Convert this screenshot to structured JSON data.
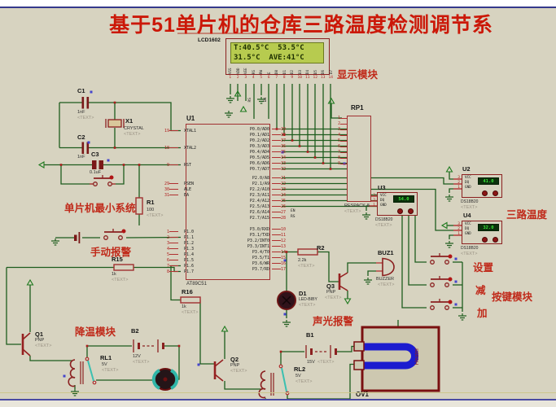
{
  "title": "基于51单片机的仓库三路温度检测调节系统",
  "colors": {
    "wire": "#1d5c1d",
    "component": "#a03030",
    "label_red": "#c02a1a",
    "lcd_bg": "#b7cb4f",
    "heater": "#1c1ccf"
  },
  "lcd": {
    "ref": "LCD1602",
    "line1": "T:40.5°C  53.5°C",
    "line2": "31.5°C  AVE:41°C",
    "pins": [
      {
        "num": "1",
        "name": "VSS"
      },
      {
        "num": "2",
        "name": "VDD"
      },
      {
        "num": "3",
        "name": "VEE"
      },
      {
        "num": "4",
        "name": "RS"
      },
      {
        "num": "5",
        "name": "RW"
      },
      {
        "num": "6",
        "name": "E"
      },
      {
        "num": "7",
        "name": "D0"
      },
      {
        "num": "8",
        "name": "D1"
      },
      {
        "num": "9",
        "name": "D2"
      },
      {
        "num": "10",
        "name": "D3"
      },
      {
        "num": "11",
        "name": "D4"
      },
      {
        "num": "12",
        "name": "D5"
      },
      {
        "num": "13",
        "name": "D6"
      },
      {
        "num": "14",
        "name": "D7"
      }
    ]
  },
  "labels": {
    "display_module": "显示模块",
    "mcu_min_system": "单片机最小系统",
    "manual_alarm": "手动报警",
    "cooling_module": "降温模块",
    "sound_light_alarm": "声光报警",
    "three_temp": "三路温度",
    "key_module": "按键模块",
    "btn_set": "设置",
    "btn_dec": "减",
    "btn_inc": "加",
    "net_en": "EN",
    "net_rs": "RS"
  },
  "mcu": {
    "ref": "U1",
    "part": "AT89C51",
    "left_groups": [
      [
        {
          "num": "19",
          "name": "XTAL1"
        },
        {
          "num": "18",
          "name": "XTAL2"
        },
        {
          "num": "9",
          "name": "RST"
        }
      ],
      [
        {
          "num": "29",
          "name": "PSEN"
        },
        {
          "num": "30",
          "name": "ALE"
        },
        {
          "num": "31",
          "name": "EA"
        }
      ],
      [
        {
          "num": "1",
          "name": "P1.0"
        },
        {
          "num": "2",
          "name": "P1.1"
        },
        {
          "num": "3",
          "name": "P1.2"
        },
        {
          "num": "4",
          "name": "P1.3"
        },
        {
          "num": "5",
          "name": "P1.4"
        },
        {
          "num": "6",
          "name": "P1.5"
        },
        {
          "num": "7",
          "name": "P1.6"
        },
        {
          "num": "8",
          "name": "P1.7"
        }
      ]
    ],
    "right_groups": [
      [
        {
          "num": "39",
          "name": "P0.0/AD0"
        },
        {
          "num": "38",
          "name": "P0.1/AD1"
        },
        {
          "num": "37",
          "name": "P0.2/AD2"
        },
        {
          "num": "36",
          "name": "P0.3/AD3"
        },
        {
          "num": "35",
          "name": "P0.4/AD4"
        },
        {
          "num": "34",
          "name": "P0.5/AD5"
        },
        {
          "num": "33",
          "name": "P0.6/AD6"
        },
        {
          "num": "32",
          "name": "P0.7/AD7"
        }
      ],
      [
        {
          "num": "21",
          "name": "P2.0/A8"
        },
        {
          "num": "22",
          "name": "P2.1/A9"
        },
        {
          "num": "23",
          "name": "P2.2/A10"
        },
        {
          "num": "24",
          "name": "P2.3/A11"
        },
        {
          "num": "25",
          "name": "P2.4/A12"
        },
        {
          "num": "26",
          "name": "P2.5/A13"
        },
        {
          "num": "27",
          "name": "P2.6/A14"
        },
        {
          "num": "28",
          "name": "P2.7/A15"
        }
      ],
      [
        {
          "num": "10",
          "name": "P3.0/RXD"
        },
        {
          "num": "11",
          "name": "P3.1/TXD"
        },
        {
          "num": "12",
          "name": "P3.2/INT0"
        },
        {
          "num": "13",
          "name": "P3.3/INT1"
        },
        {
          "num": "14",
          "name": "P3.4/T0"
        },
        {
          "num": "15",
          "name": "P3.5/T1"
        },
        {
          "num": "16",
          "name": "P3.6/WR"
        },
        {
          "num": "17",
          "name": "P3.7/RD"
        }
      ]
    ]
  },
  "rp1": {
    "ref": "RP1",
    "part": "RESPACK-8",
    "pins": [
      "1",
      "2",
      "3",
      "4",
      "5",
      "6",
      "7",
      "8",
      "9"
    ]
  },
  "sensors": [
    {
      "ref": "U2",
      "part": "DS18B20",
      "value": "41.0",
      "pins": [
        "VCC",
        "DQ",
        "GND"
      ],
      "pin_nums": [
        "3",
        "2",
        "1"
      ]
    },
    {
      "ref": "U3",
      "part": "DS18B20",
      "value": "54.0",
      "pins": [
        "VCC",
        "DQ",
        "GND"
      ],
      "pin_nums": [
        "3",
        "2",
        "1"
      ]
    },
    {
      "ref": "U4",
      "part": "DS18B20",
      "value": "32.0",
      "pins": [
        "VCC",
        "DQ",
        "GND"
      ],
      "pin_nums": [
        "3",
        "2",
        "1"
      ]
    }
  ],
  "parts": {
    "c1": {
      "ref": "C1",
      "value": "1nF"
    },
    "c2": {
      "ref": "C2",
      "value": "1nF"
    },
    "c3": {
      "ref": "C3",
      "value": "0.1uF"
    },
    "x1": {
      "ref": "X1",
      "value": "CRYSTAL"
    },
    "r1": {
      "ref": "R1",
      "value": "100"
    },
    "r15": {
      "ref": "R15",
      "value": "1k"
    },
    "r16": {
      "ref": "R16",
      "value": "1k"
    },
    "r2": {
      "ref": "R2",
      "value": "2.2k"
    },
    "q1": {
      "ref": "Q1",
      "value": "PNP"
    },
    "q2": {
      "ref": "Q2",
      "value": "PNP"
    },
    "q3": {
      "ref": "Q3",
      "value": "PNP"
    },
    "d1": {
      "ref": "D1",
      "value": "LED-BIBY"
    },
    "buz1": {
      "ref": "BUZ1",
      "value": "BUZZER"
    },
    "b1": {
      "ref": "B1",
      "value": "15V"
    },
    "b2": {
      "ref": "B2",
      "value": "12V"
    },
    "rl1": {
      "ref": "RL1",
      "value": "5V"
    },
    "rl2": {
      "ref": "RL2",
      "value": "5V"
    },
    "ov1": {
      "ref": "OV1",
      "part": "OVEN",
      "heater": "Heater"
    }
  },
  "placeholder": "<TEXT>"
}
